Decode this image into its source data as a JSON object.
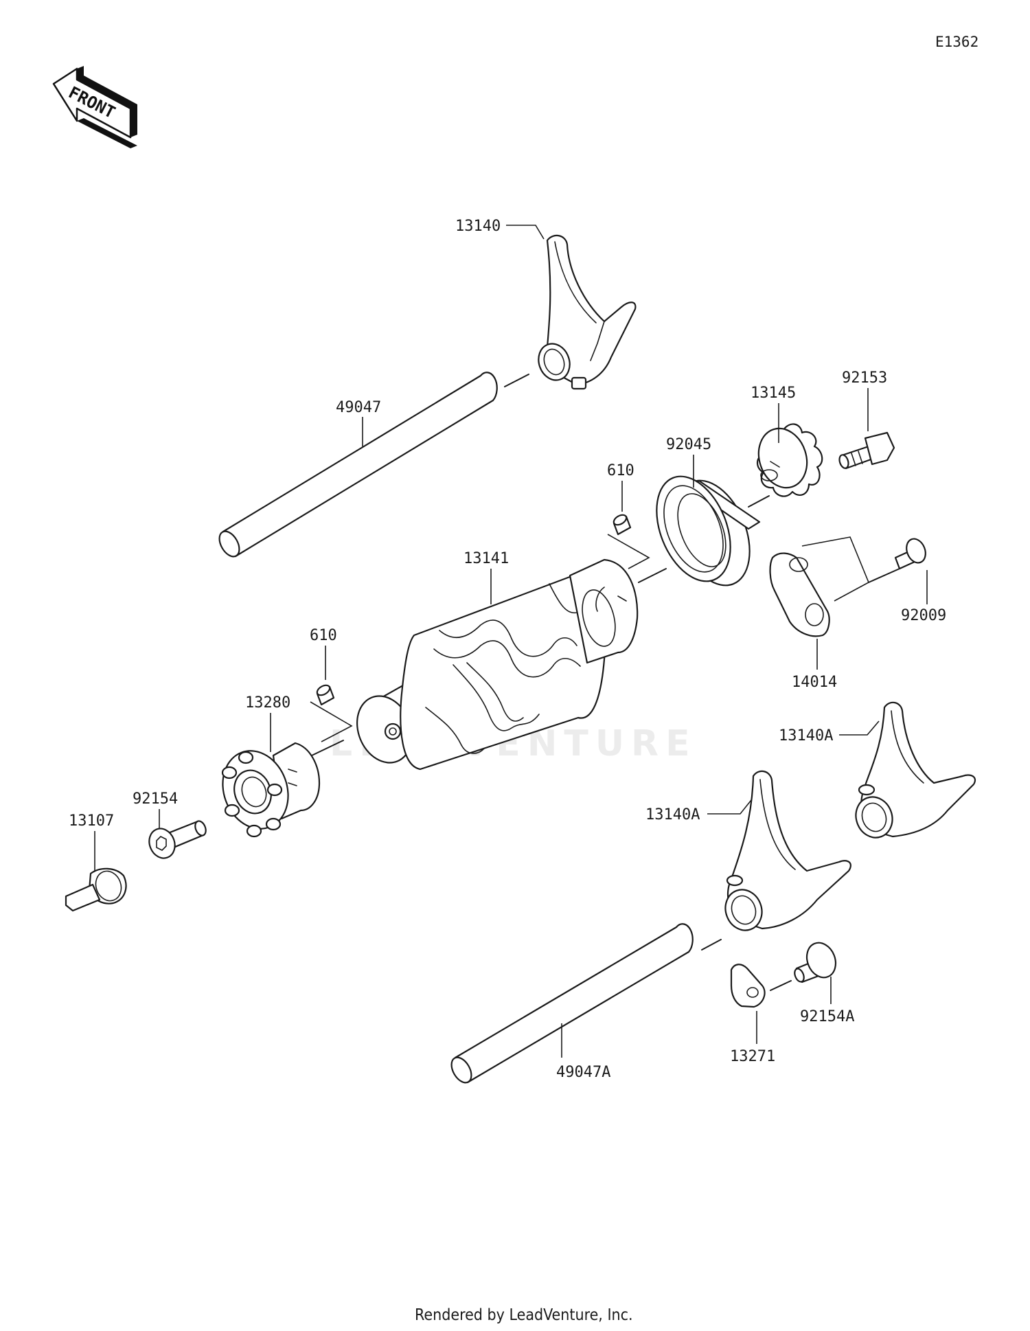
{
  "diagram_code": "E1362",
  "front_label": "FRONT",
  "watermark": "LEADVENTURE",
  "footer": "Rendered by LeadVenture, Inc.",
  "parts": {
    "p13140": "13140",
    "p49047": "49047",
    "p92153": "92153",
    "p13145": "13145",
    "p92045": "92045",
    "p610_upper": "610",
    "p13141": "13141",
    "p92009": "92009",
    "p14014": "14014",
    "p610_lower": "610",
    "p13280": "13280",
    "p13140A_upper": "13140A",
    "p92154": "92154",
    "p13107": "13107",
    "p13140A_lower": "13140A",
    "p92154A": "92154A",
    "p13271": "13271",
    "p49047A": "49047A"
  }
}
